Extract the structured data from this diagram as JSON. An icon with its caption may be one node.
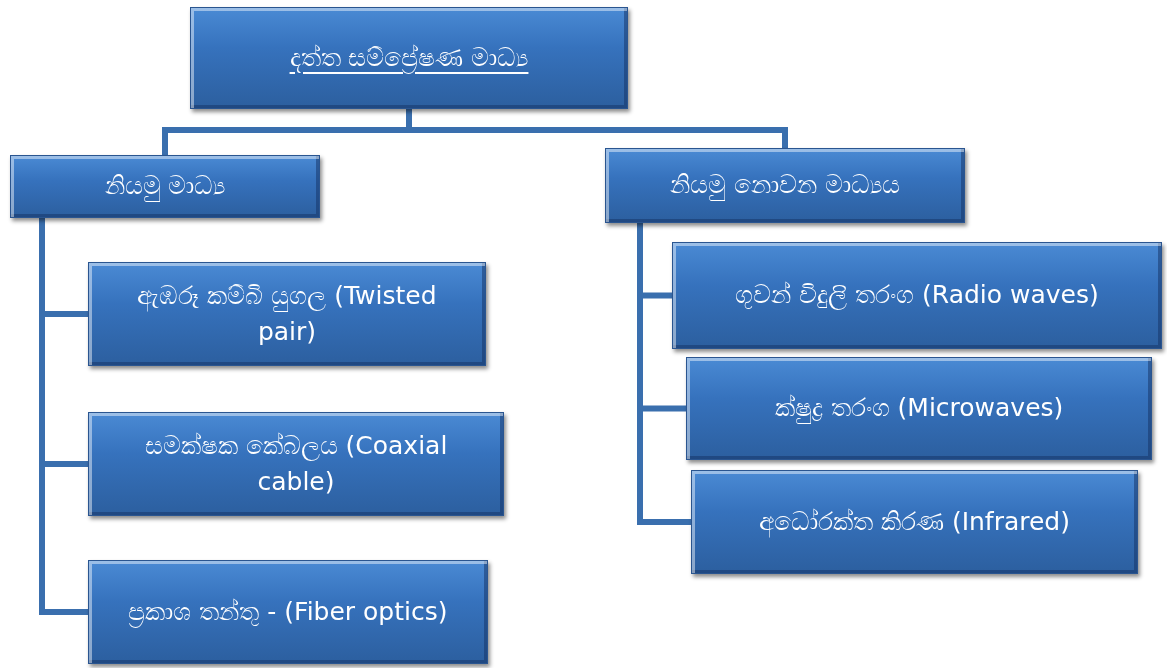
{
  "diagram": {
    "nodes": [
      {
        "text": [
          "දත්ත සම්ප්‍රේෂණ මාධ්‍ය"
        ]
      },
      {
        "text": [
          "නියමු මාධ්‍ය"
        ]
      },
      {
        "text": [
          "නියමු නොවන මාධ්‍යය"
        ]
      },
      {
        "text": [
          "ඇඹරූ කම්බි යුගල (Twisted pair)"
        ]
      },
      {
        "text": [
          "සමක්ෂක කේබලය (Coaxial cable)"
        ]
      },
      {
        "text": [
          "ප්‍රකාශ තන්තු - (Fiber optics)"
        ]
      },
      {
        "text": [
          "ගුවන් විදුලි තරංග (Radio waves)"
        ]
      },
      {
        "text": [
          "ක්ෂුද්‍ර තරංග (Microwaves)"
        ]
      },
      {
        "text": [
          "අධෝරක්ත කිරණ (Infrared)"
        ]
      }
    ],
    "edges": [
      {
        "from": 0,
        "to": 1,
        "arrow": "none"
      },
      {
        "from": 0,
        "to": 2,
        "arrow": "none"
      },
      {
        "from": 1,
        "to": 3,
        "arrow": "none"
      },
      {
        "from": 1,
        "to": 4,
        "arrow": "none"
      },
      {
        "from": 1,
        "to": 5,
        "arrow": "none"
      },
      {
        "from": 2,
        "to": 6,
        "arrow": "none"
      },
      {
        "from": 2,
        "to": 7,
        "arrow": "none"
      },
      {
        "from": 2,
        "to": 8,
        "arrow": "none"
      }
    ]
  }
}
